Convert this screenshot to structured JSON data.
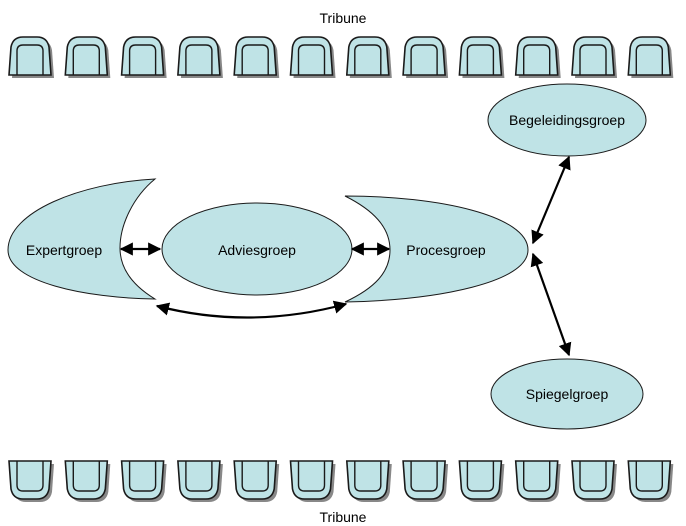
{
  "tribune_top": {
    "label": "Tribune",
    "seat_count": 12
  },
  "tribune_bottom": {
    "label": "Tribune",
    "seat_count": 12
  },
  "groups": {
    "expert": "Expertgroep",
    "advies": "Adviesgroep",
    "proces": "Procesgroep",
    "begeleiding": "Begeleidingsgroep",
    "spiegel": "Spiegelgroep"
  },
  "colors": {
    "fill": "#bfe3e6",
    "stroke": "#1a1a1a",
    "seat_shadow": "#888888"
  }
}
